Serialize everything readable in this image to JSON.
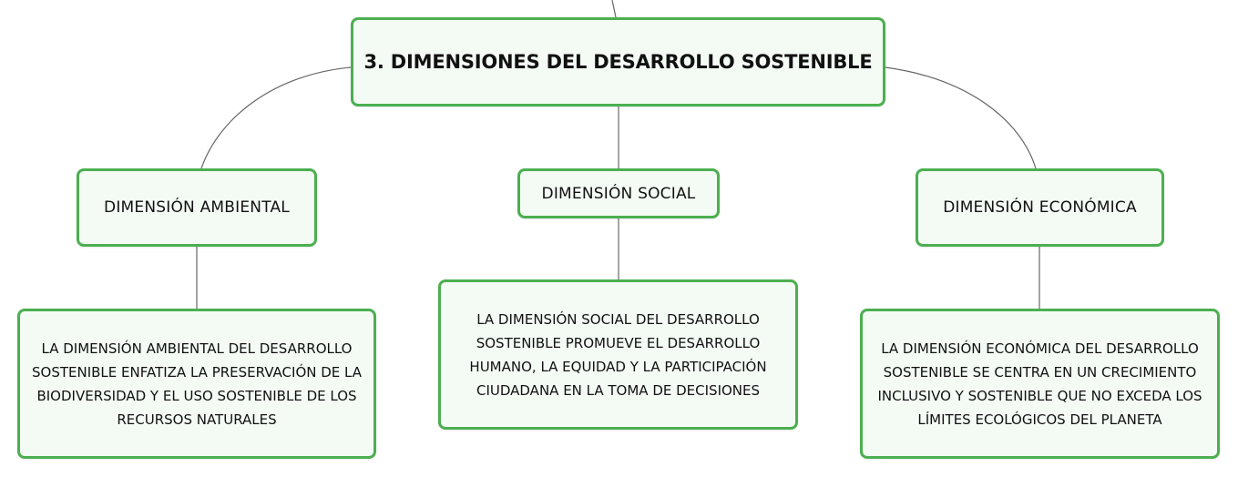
{
  "diagram": {
    "root": {
      "label": "3. DIMENSIONES DEL DESARROLLO SOSTENIBLE"
    },
    "branches": [
      {
        "label": "DIMENSIÓN AMBIENTAL",
        "description": "LA DIMENSIÓN AMBIENTAL DEL DESARROLLO SOSTENIBLE ENFATIZA LA PRESERVACIÓN DE LA BIODIVERSIDAD Y EL USO SOSTENIBLE DE LOS RECURSOS NATURALES"
      },
      {
        "label": "DIMENSIÓN SOCIAL",
        "description": "LA DIMENSIÓN SOCIAL DEL DESARROLLO SOSTENIBLE PROMUEVE EL DESARROLLO HUMANO, LA EQUIDAD Y LA PARTICIPACIÓN CIUDADANA EN LA TOMA DE DECISIONES"
      },
      {
        "label": "DIMENSIÓN ECONÓMICA",
        "description": "LA DIMENSIÓN ECONÓMICA DEL DESARROLLO SOSTENIBLE SE CENTRA EN UN CRECIMIENTO INCLUSIVO Y SOSTENIBLE QUE NO EXCEDA LOS LÍMITES ECOLÓGICOS DEL PLANETA"
      }
    ]
  },
  "colors": {
    "node_border": "#4caf50",
    "node_fill": "#f4fbf5",
    "connector": "#666666",
    "text": "#111111"
  }
}
